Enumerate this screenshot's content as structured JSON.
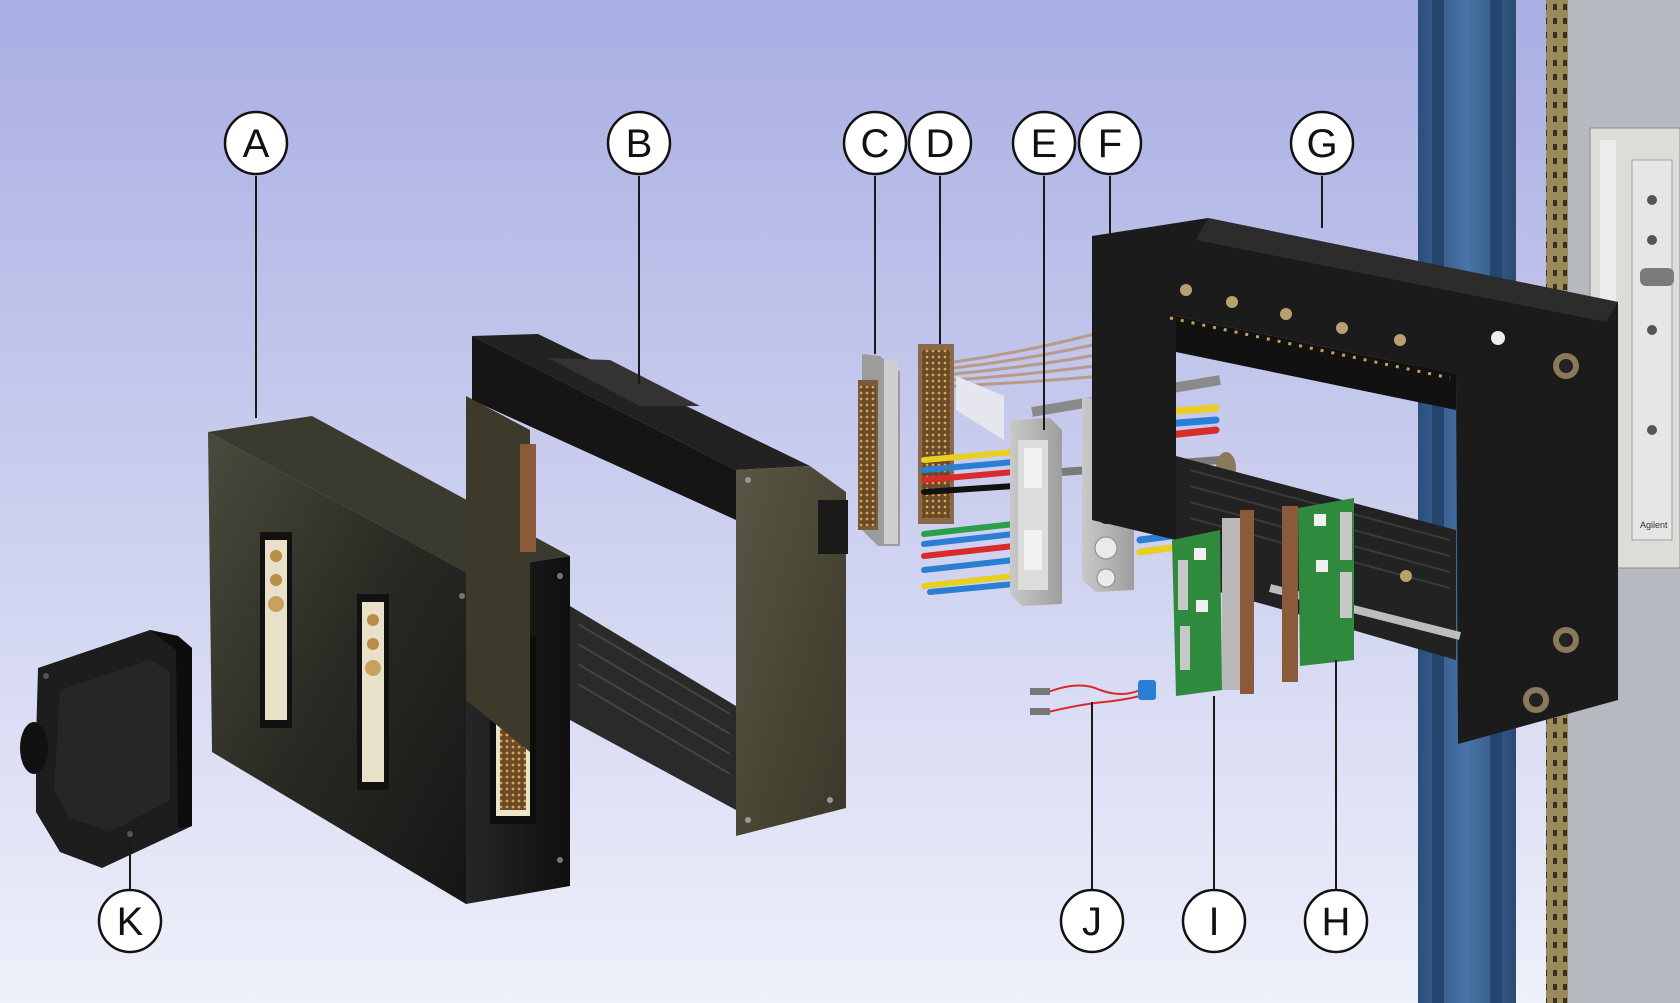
{
  "diagram": {
    "type": "exploded-assembly-photo",
    "callouts": [
      {
        "id": "A",
        "label": "A"
      },
      {
        "id": "B",
        "label": "B"
      },
      {
        "id": "C",
        "label": "C"
      },
      {
        "id": "D",
        "label": "D"
      },
      {
        "id": "E",
        "label": "E"
      },
      {
        "id": "F",
        "label": "F"
      },
      {
        "id": "G",
        "label": "G"
      },
      {
        "id": "H",
        "label": "H"
      },
      {
        "id": "I",
        "label": "I"
      },
      {
        "id": "J",
        "label": "J"
      },
      {
        "id": "K",
        "label": "K"
      }
    ],
    "rack_brand_text": "Agilent"
  },
  "colors": {
    "background_top": "#a9aee3",
    "background_bottom": "#eef0fa",
    "rack_blue": "#3c6597",
    "housing_black": "#1c1c1c",
    "frame_olive": "#4e4c3a",
    "pcb_green": "#2f8a3e",
    "wire_red": "#d92b2b",
    "wire_blue": "#2a7fd4",
    "wire_yellow": "#e8cf22",
    "wire_green": "#2aa04a",
    "callout_fill": "#ffffff",
    "callout_stroke": "#111111"
  }
}
